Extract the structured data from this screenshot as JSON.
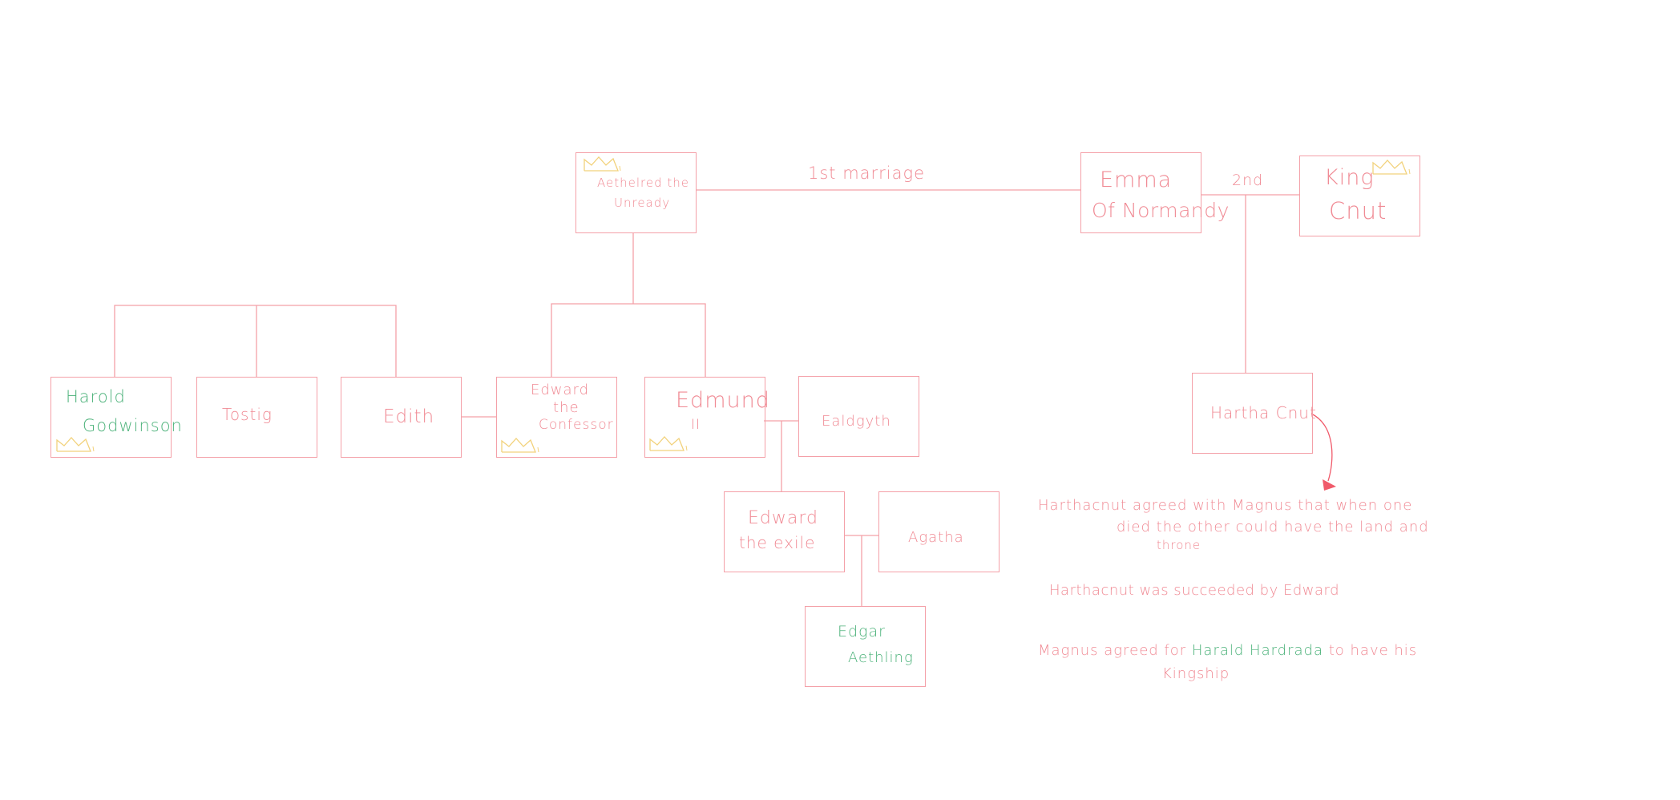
{
  "colors": {
    "line": "#f4a0a8",
    "text_pink": "#f08a94",
    "text_green": "#4cb27a",
    "crown": "#f2d27c",
    "arrow": "#f05a6a"
  },
  "people": {
    "aethelred": [
      "Aethelred the",
      "Unready"
    ],
    "emma": [
      "Emma",
      "Of Normandy"
    ],
    "cnut": [
      "King",
      "Cnut"
    ],
    "harold": [
      "Harold",
      "Godwinson"
    ],
    "tostig": "Tostig",
    "edith": "Edith",
    "edward_confessor": [
      "Edward",
      "the",
      "Confessor"
    ],
    "edmund": [
      "Edmund",
      "II"
    ],
    "ealdgyth": "Ealdgyth",
    "hartha_cnut": "Hartha Cnut",
    "edward_exile": [
      "Edward",
      "the exile"
    ],
    "agatha": "Agatha",
    "edgar": [
      "Edgar",
      "Aethling"
    ]
  },
  "relations": {
    "first_marriage": "1st marriage",
    "second": "2nd"
  },
  "crown_icon": "crown-icon",
  "notes": {
    "note1": [
      "Harthacnut agreed with Magnus that  when one",
      "died the other could have the land and",
      "throne"
    ],
    "note2": "Harthacnut was succeeded by Edward",
    "note3_pre": "Magnus agreed for ",
    "note3_green": "Harald Hardrada",
    "note3_post": " to  have his",
    "note3_line2": "Kingship"
  }
}
